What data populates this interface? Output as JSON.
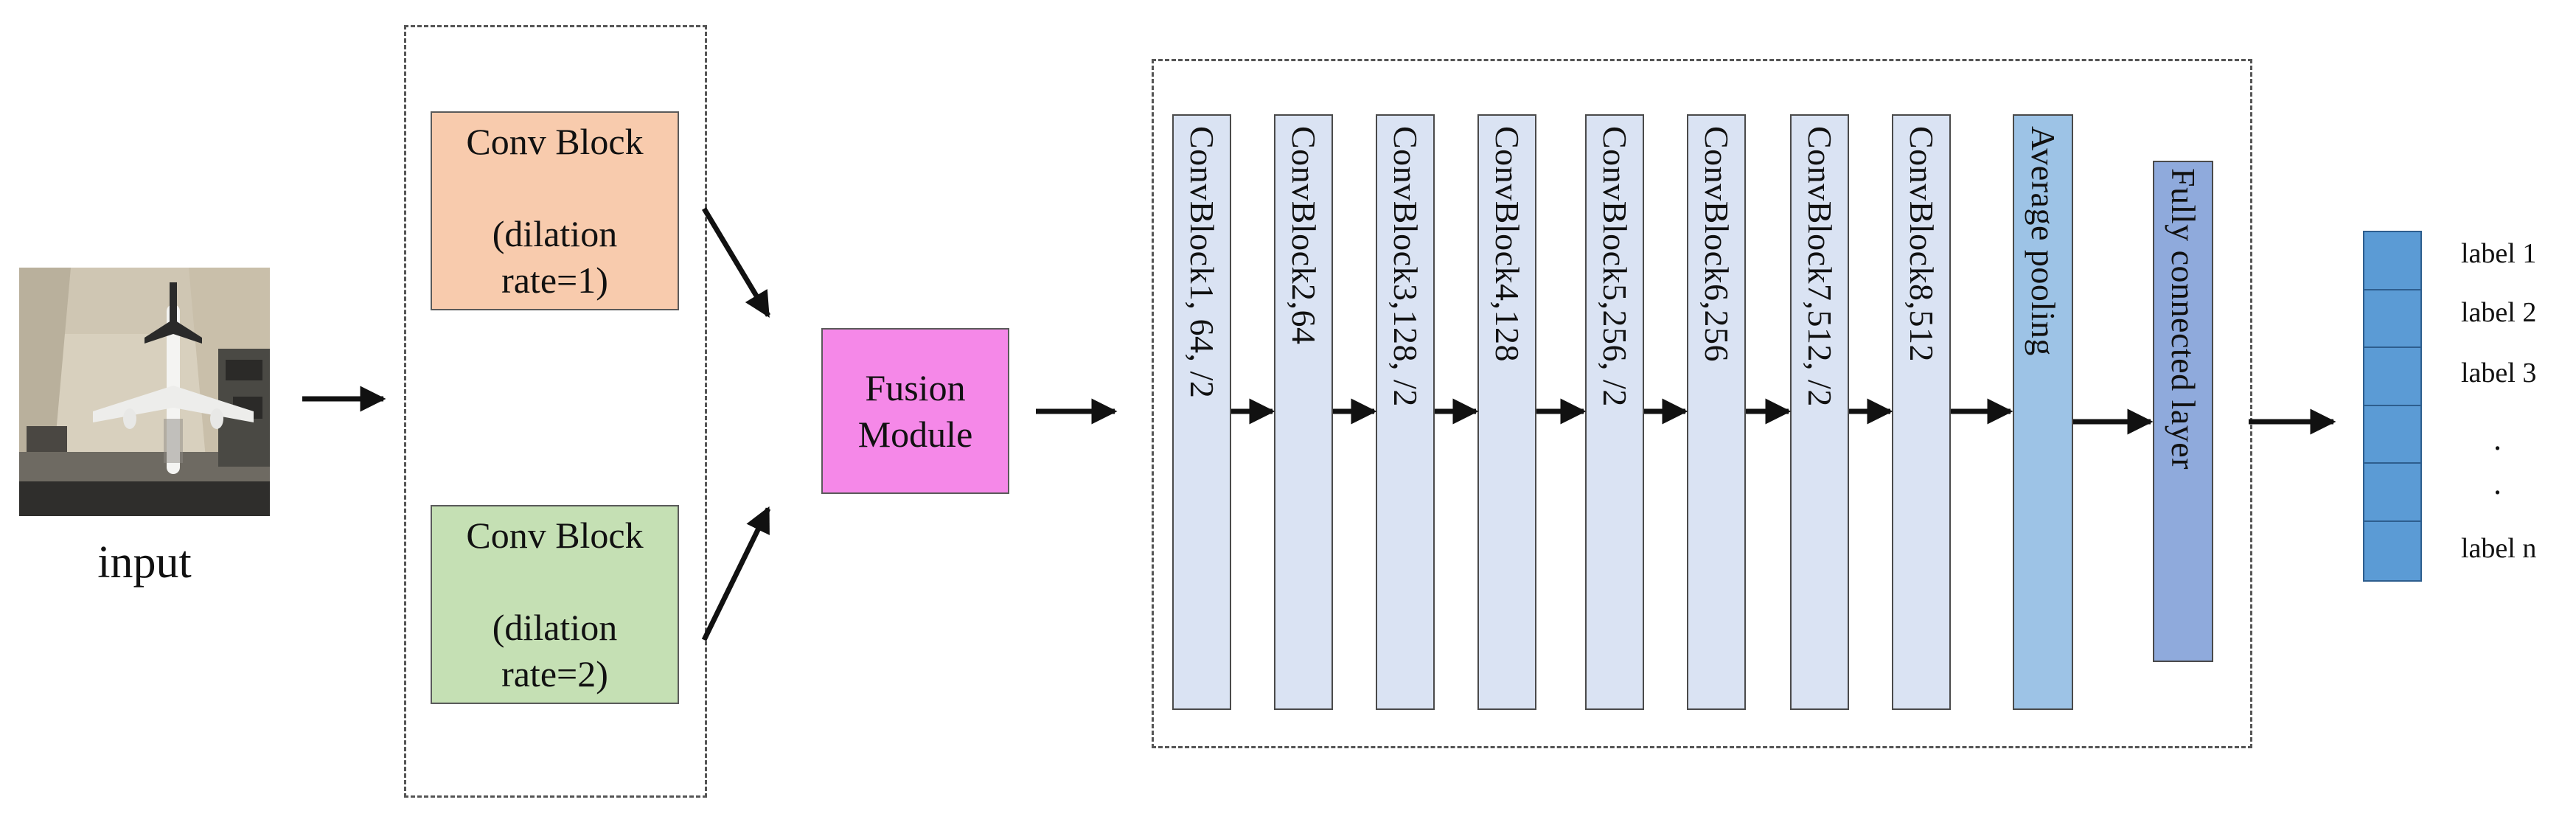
{
  "input": {
    "caption": "input"
  },
  "branches": [
    {
      "title": "Conv Block",
      "detail": "(dilation\nrate=1)",
      "color": "#F8CBAD"
    },
    {
      "title": "Conv Block",
      "detail": "(dilation\nrate=2)",
      "color": "#C5E0B4"
    }
  ],
  "fusion": {
    "label": "Fusion\nModule",
    "color": "#F588E8"
  },
  "backbone": {
    "blocks": [
      {
        "label": "ConvBlock1, 64, /2",
        "color": "#DAE3F3"
      },
      {
        "label": "ConvBlock2,64",
        "color": "#DAE3F3"
      },
      {
        "label": "ConvBlock3,128, /2",
        "color": "#DAE3F3"
      },
      {
        "label": "ConvBlock4,128",
        "color": "#DAE3F3"
      },
      {
        "label": "ConvBlock5,256, /2",
        "color": "#DAE3F3"
      },
      {
        "label": "ConvBlock6,256",
        "color": "#DAE3F3"
      },
      {
        "label": "ConvBlock7,512, /2",
        "color": "#DAE3F3"
      },
      {
        "label": "ConvBlock8,512",
        "color": "#DAE3F3"
      },
      {
        "label": "Average pooling",
        "color": "#9DC3E6"
      },
      {
        "label": "Fully connected layer",
        "color": "#8FAADC"
      }
    ]
  },
  "output": {
    "cell_color": "#5B9BD5",
    "labels": [
      "label 1",
      "label 2",
      "label 3",
      ".",
      ".",
      "label n"
    ]
  }
}
